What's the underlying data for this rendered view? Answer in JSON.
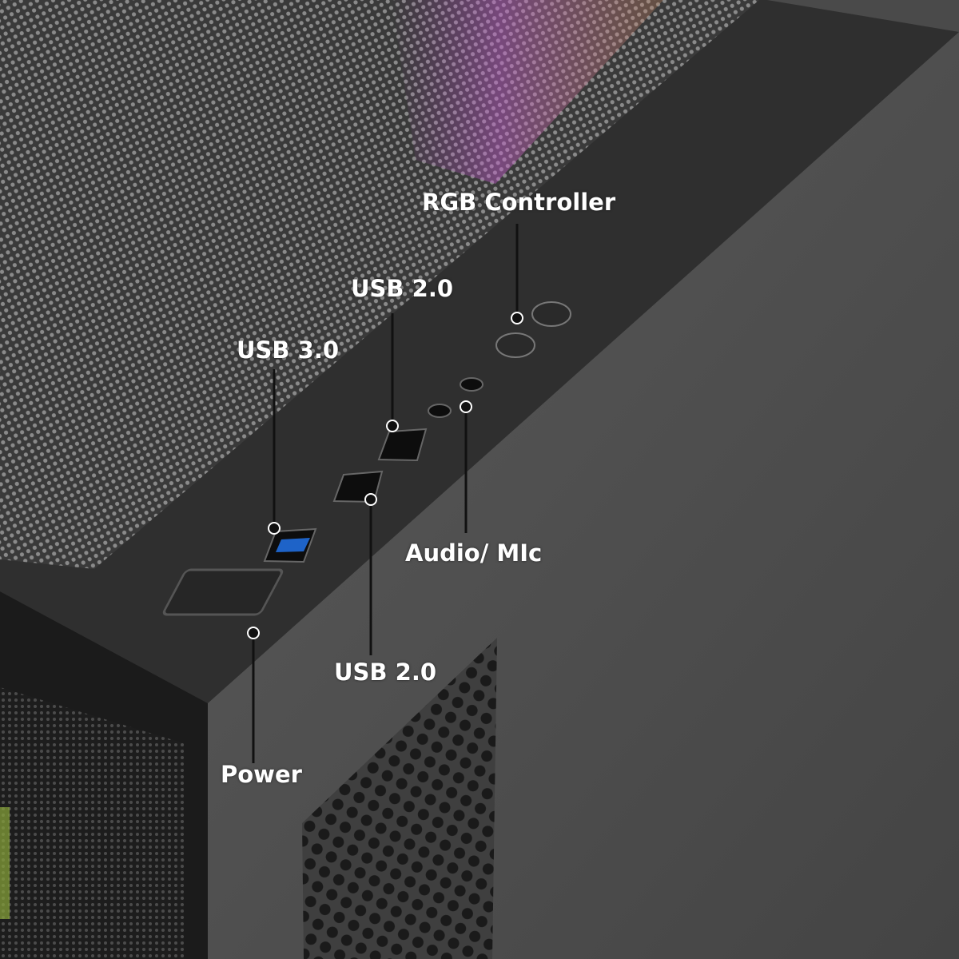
{
  "image": {
    "subject": "pc-case-top-front-io-panel",
    "colors": {
      "case_body": "#4b4b4b",
      "top_panel": "#2c2c2c",
      "mesh": "#6d6d6d",
      "callout_line": "#111111",
      "label_text": "#ffffff",
      "usb3_accent": "#1e63c8",
      "rgb_glow": "#c65bd0"
    }
  },
  "callouts": {
    "rgb_controller": "RGB Controller",
    "usb20_upper": "USB 2.0",
    "usb30": "USB 3.0",
    "audio_mic": "Audio/ MIc",
    "usb20_lower": "USB 2.0",
    "power": "Power"
  }
}
